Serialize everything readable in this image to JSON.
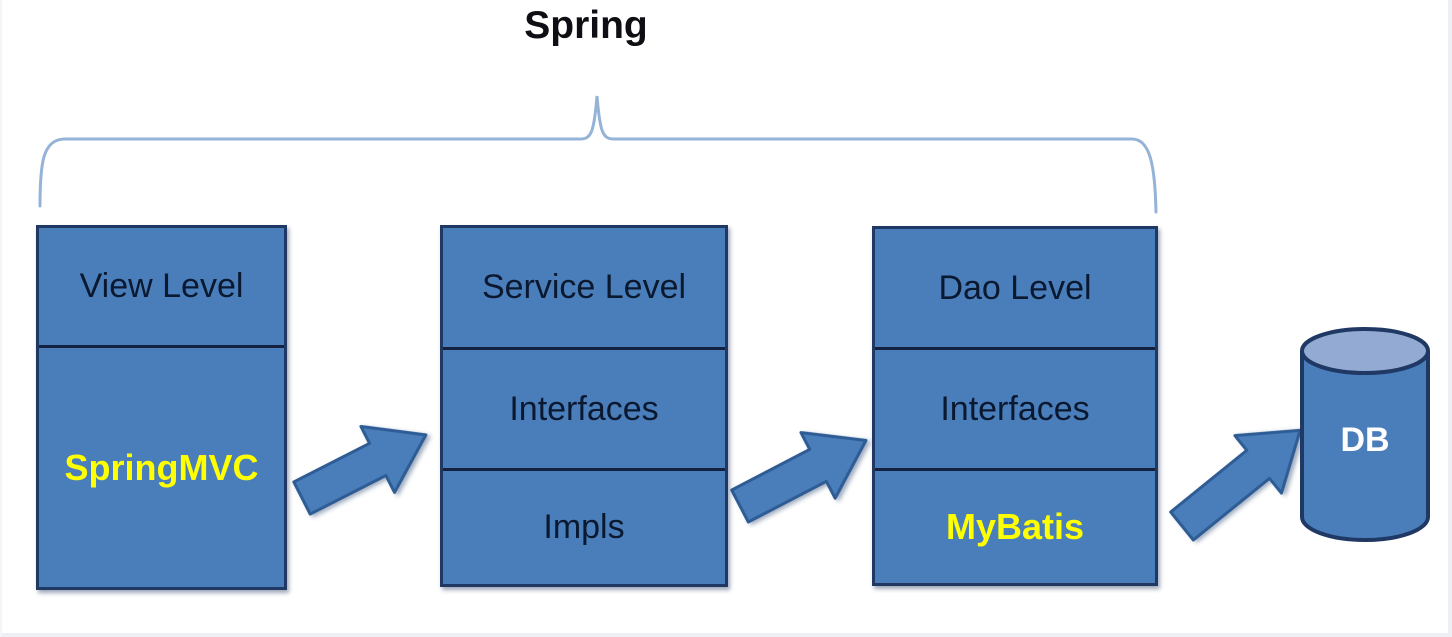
{
  "title": "Spring",
  "boxes": [
    {
      "name": "view-layer",
      "sections": [
        {
          "label": "View Level",
          "highlight": false
        },
        {
          "label": "SpringMVC",
          "highlight": true
        }
      ]
    },
    {
      "name": "service-layer",
      "sections": [
        {
          "label": "Service Level",
          "highlight": false
        },
        {
          "label": "Interfaces",
          "highlight": false
        },
        {
          "label": "Impls",
          "highlight": false
        }
      ]
    },
    {
      "name": "dao-layer",
      "sections": [
        {
          "label": "Dao Level",
          "highlight": false
        },
        {
          "label": "Interfaces",
          "highlight": false
        },
        {
          "label": "MyBatis",
          "highlight": true
        }
      ]
    }
  ],
  "database": {
    "label": "DB"
  },
  "icons": {
    "brace": "curly-brace-spanning-spring-scope",
    "arrows": [
      "arrow-right-up-icon",
      "arrow-right-up-icon",
      "arrow-right-up-icon"
    ],
    "database": "database-cylinder-icon"
  },
  "colors": {
    "box_fill": "#4a7eba",
    "box_border": "#1f3864",
    "divider": "#142240",
    "label_text": "#0a1830",
    "highlight_text": "#ffff00",
    "brace": "#95b3d7",
    "arrow_fill": "#4a7eba",
    "arrow_border": "#2e5c94",
    "cylinder_top_fill": "#93abd2",
    "db_text": "#ffffff",
    "background": "#ffffff"
  }
}
